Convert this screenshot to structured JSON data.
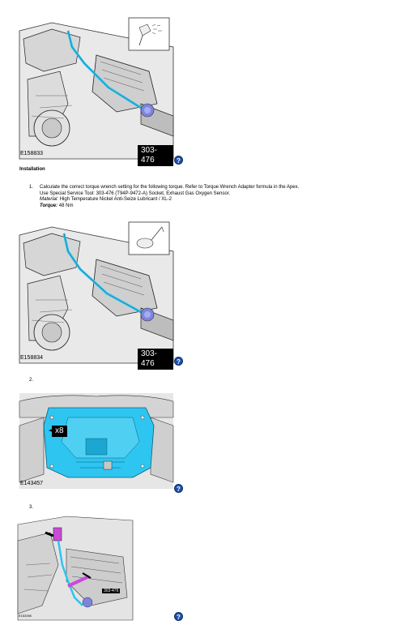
{
  "figures": {
    "fig1": {
      "code": "E158833",
      "tool_tag": "303-476"
    },
    "fig2": {
      "code": "E158834",
      "tool_tag": "303-476"
    },
    "fig3": {
      "code": "E143457",
      "callout": "x8"
    },
    "fig4": {
      "code": "E153390",
      "tool_tag": "303-476"
    }
  },
  "help_icon": "?",
  "section": {
    "heading": "Installation"
  },
  "steps": [
    {
      "number": "1.",
      "text": "Calculate the correct torque wrench setting for the following torque. Refer to Torque Wrench Adapter formula in the Apex.",
      "tool_label": "Use Special Service Tool:",
      "tool_value": "303-476 (T94P-9472-A) Socket, Exhaust Gas Oxygen Sensor.",
      "material_label": "Material:",
      "material_value": "High Temperature Nickel Anti-Seize Lubricant / XL-2",
      "torque_label": "Torque:",
      "torque_value": "48 Nm"
    },
    {
      "number": "2."
    },
    {
      "number": "3."
    }
  ],
  "colors": {
    "cyan_highlight": "#2ec5f0",
    "magenta_highlight": "#c94bd8",
    "tool_blue": "#7d84e0",
    "help_blue": "#1f4fa8"
  }
}
